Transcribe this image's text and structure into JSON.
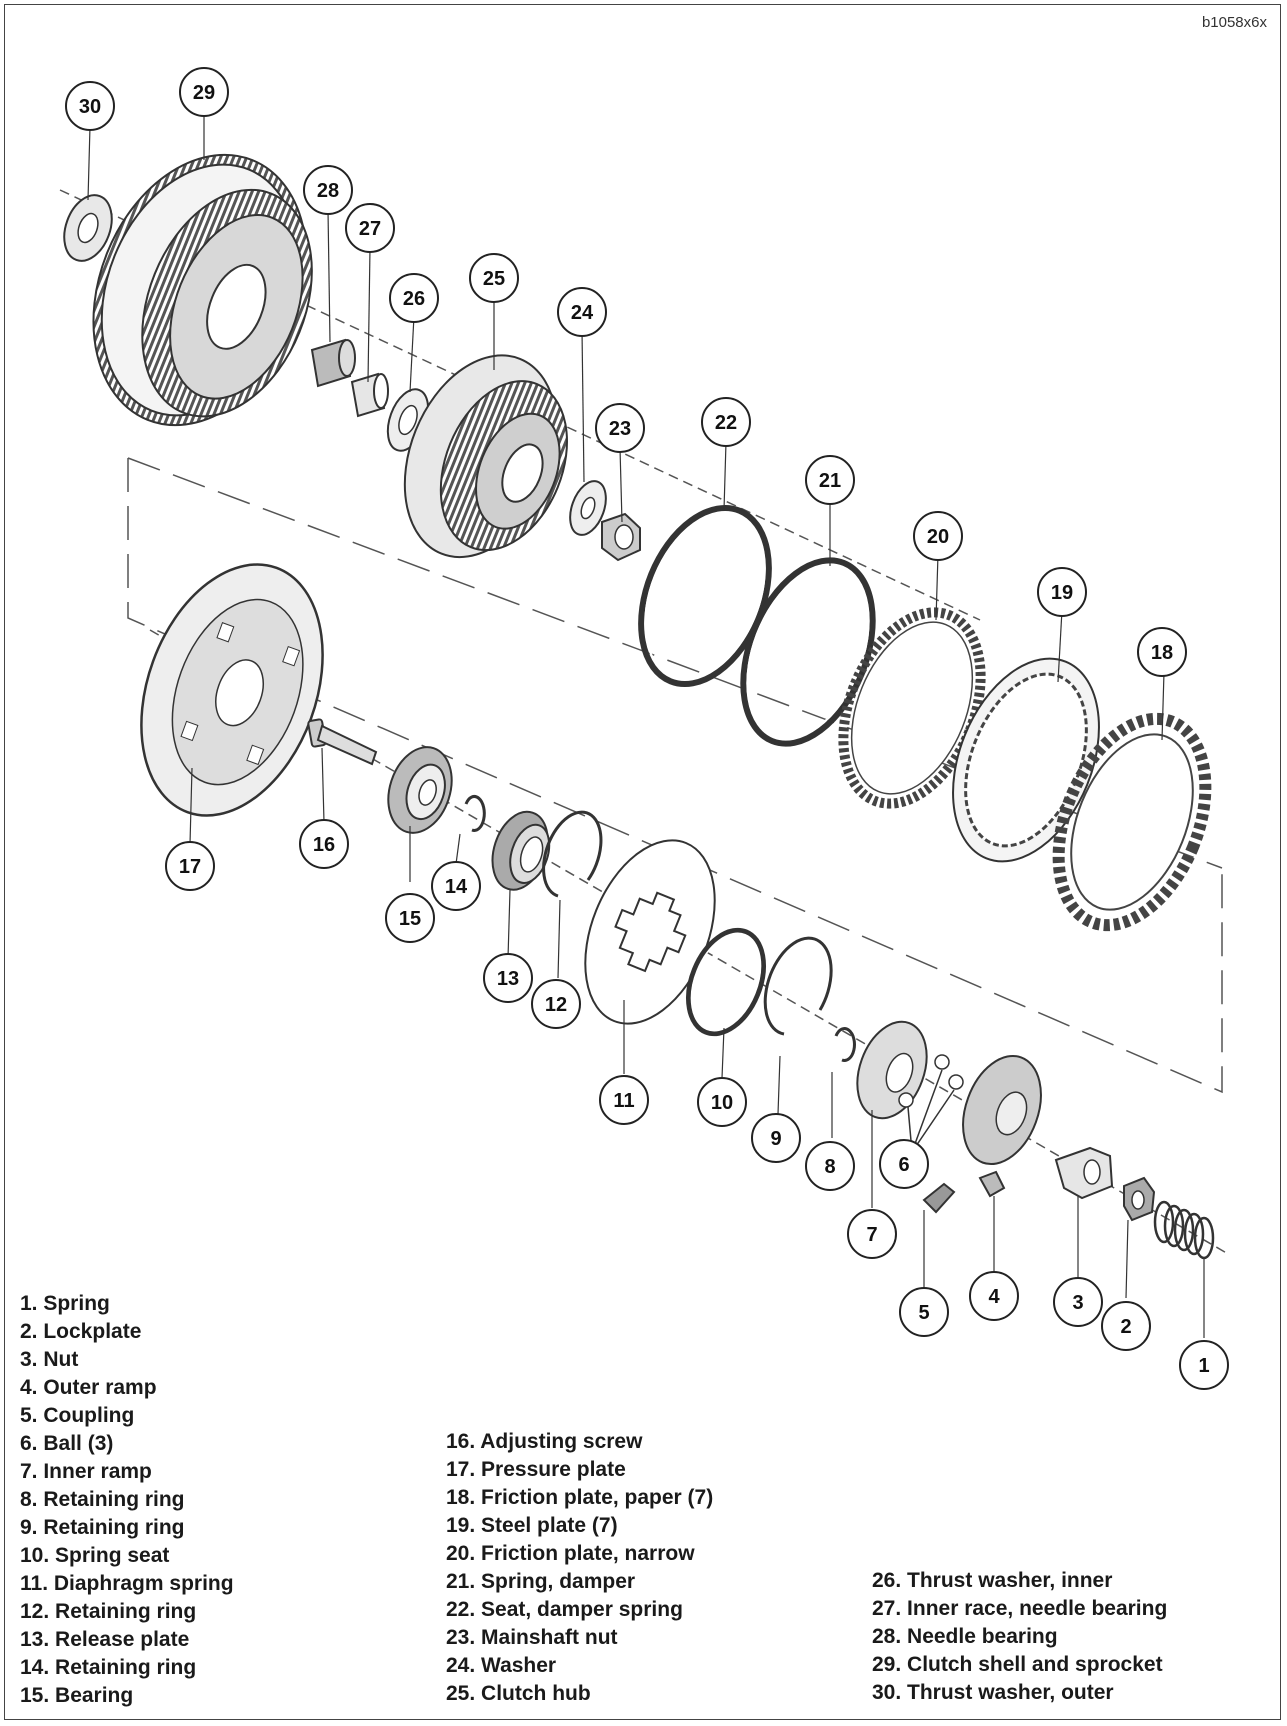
{
  "figure_code": "b1058x6x",
  "callouts": [
    "1",
    "2",
    "3",
    "4",
    "5",
    "6",
    "7",
    "8",
    "9",
    "10",
    "11",
    "12",
    "13",
    "14",
    "15",
    "16",
    "17",
    "18",
    "19",
    "20",
    "21",
    "22",
    "23",
    "24",
    "25",
    "26",
    "27",
    "28",
    "29",
    "30"
  ],
  "legend": {
    "col1": [
      "1. Spring",
      "2. Lockplate",
      "3. Nut",
      "4. Outer ramp",
      "5. Coupling",
      "6. Ball (3)",
      "7. Inner ramp",
      "8. Retaining ring",
      "9. Retaining ring",
      "10. Spring seat",
      "11. Diaphragm spring",
      "12. Retaining ring",
      "13. Release plate",
      "14. Retaining ring",
      "15. Bearing"
    ],
    "col2": [
      "16. Adjusting screw",
      "17. Pressure plate",
      "18. Friction plate, paper (7)",
      "19. Steel plate (7)",
      "20. Friction plate, narrow",
      "21. Spring, damper",
      "22. Seat, damper spring",
      "23. Mainshaft nut",
      "24. Washer",
      "25. Clutch hub"
    ],
    "col3": [
      "26. Thrust washer, inner",
      "27. Inner race, needle bearing",
      "28. Needle bearing",
      "29. Clutch shell and sprocket",
      "30. Thrust washer, outer"
    ]
  }
}
